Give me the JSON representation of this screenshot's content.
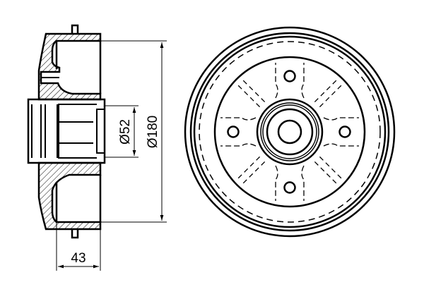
{
  "drawing": {
    "dimensions": {
      "bore_diameter": "Ø52",
      "drum_diameter": "Ø180",
      "width": "43"
    },
    "front_view": {
      "bolt_holes": 4
    },
    "colors": {
      "line": "#000000",
      "background": "#ffffff"
    }
  }
}
